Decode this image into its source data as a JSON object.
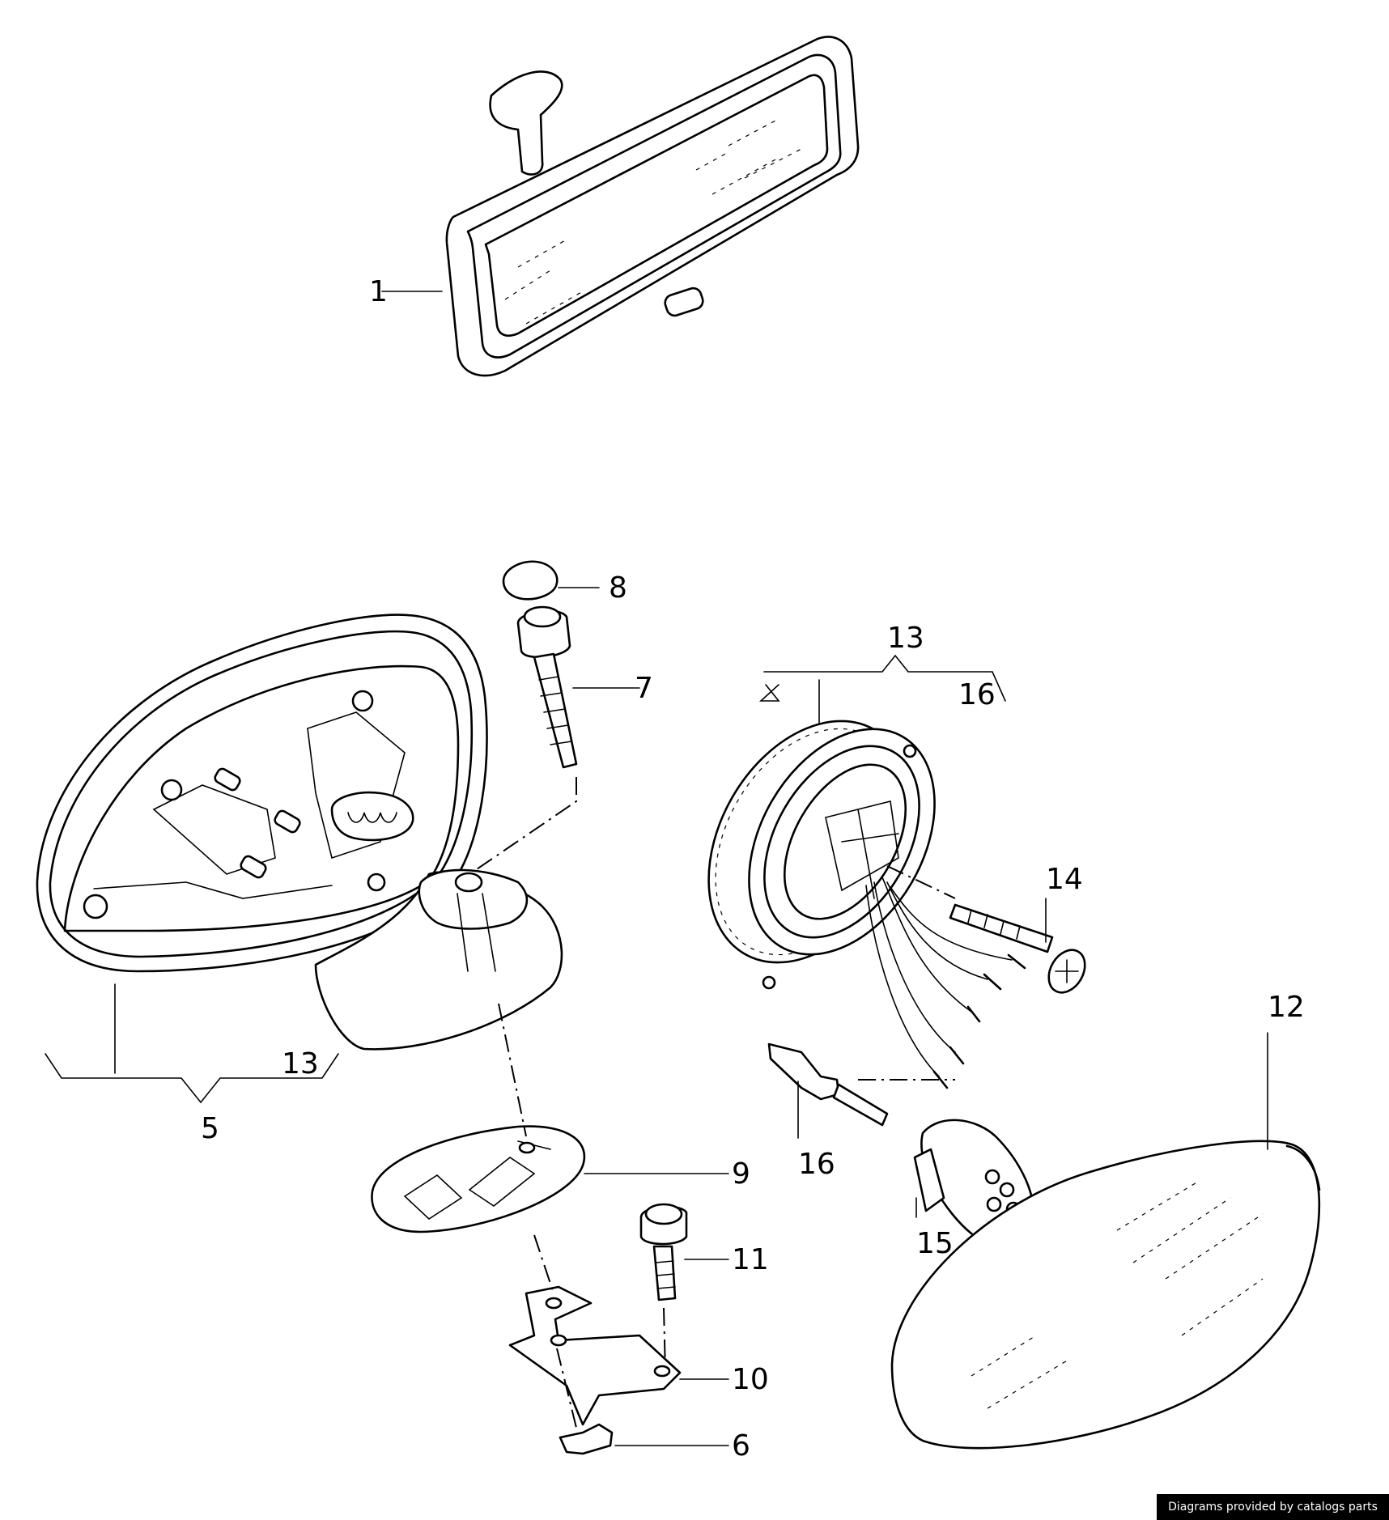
{
  "callouts": [
    {
      "id": "1",
      "label": "1"
    },
    {
      "id": "5",
      "label": "5"
    },
    {
      "id": "13a",
      "label": "13"
    },
    {
      "id": "8",
      "label": "8"
    },
    {
      "id": "7",
      "label": "7"
    },
    {
      "id": "13b",
      "label": "13"
    },
    {
      "id": "16a",
      "label": "16"
    },
    {
      "id": "14",
      "label": "14"
    },
    {
      "id": "12",
      "label": "12"
    },
    {
      "id": "16b",
      "label": "16"
    },
    {
      "id": "15",
      "label": "15"
    },
    {
      "id": "9",
      "label": "9"
    },
    {
      "id": "11",
      "label": "11"
    },
    {
      "id": "10",
      "label": "10"
    },
    {
      "id": "6",
      "label": "6"
    }
  ],
  "credit": "Diagrams provided by catalogs parts"
}
